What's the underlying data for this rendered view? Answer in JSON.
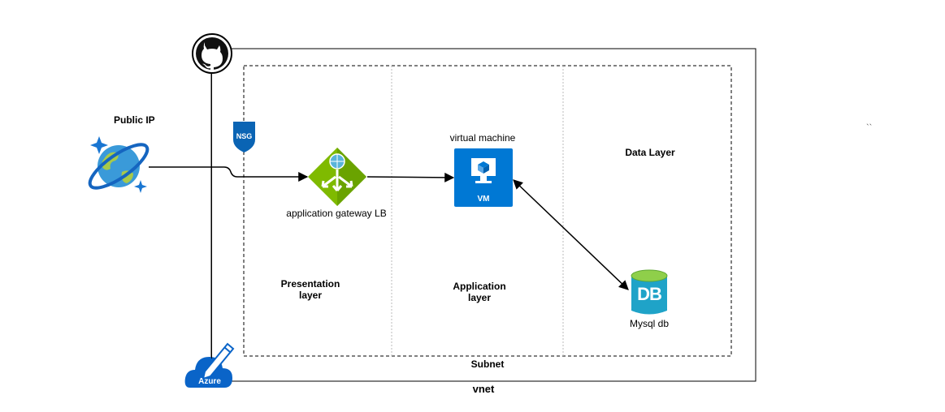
{
  "diagram": {
    "public_ip": {
      "label": "Public IP",
      "icon": "cosmos-planet-icon"
    },
    "nsg": {
      "badge": "NSG",
      "icon": "shield-icon"
    },
    "gateway": {
      "label": "application gateway LB",
      "icon": "application-gateway-icon"
    },
    "vm": {
      "title": "virtual machine",
      "badge": "VM",
      "icon": "virtual-machine-icon"
    },
    "db": {
      "badge": "DB",
      "label": "Mysql db",
      "icon": "database-icon"
    },
    "layers": {
      "presentation": "Presentation\nlayer",
      "application": "Application\nlayer",
      "data": "Data Layer"
    },
    "subnet_label": "Subnet",
    "vnet_label": "vnet",
    "azure_label": "Azure",
    "stray_mark": "``",
    "colors": {
      "azure_blue": "#0078d4",
      "gateway_green": "#7fba00",
      "db_teal": "#1fa3c8",
      "db_top_green": "#8fcf4a",
      "line": "#000000"
    }
  }
}
